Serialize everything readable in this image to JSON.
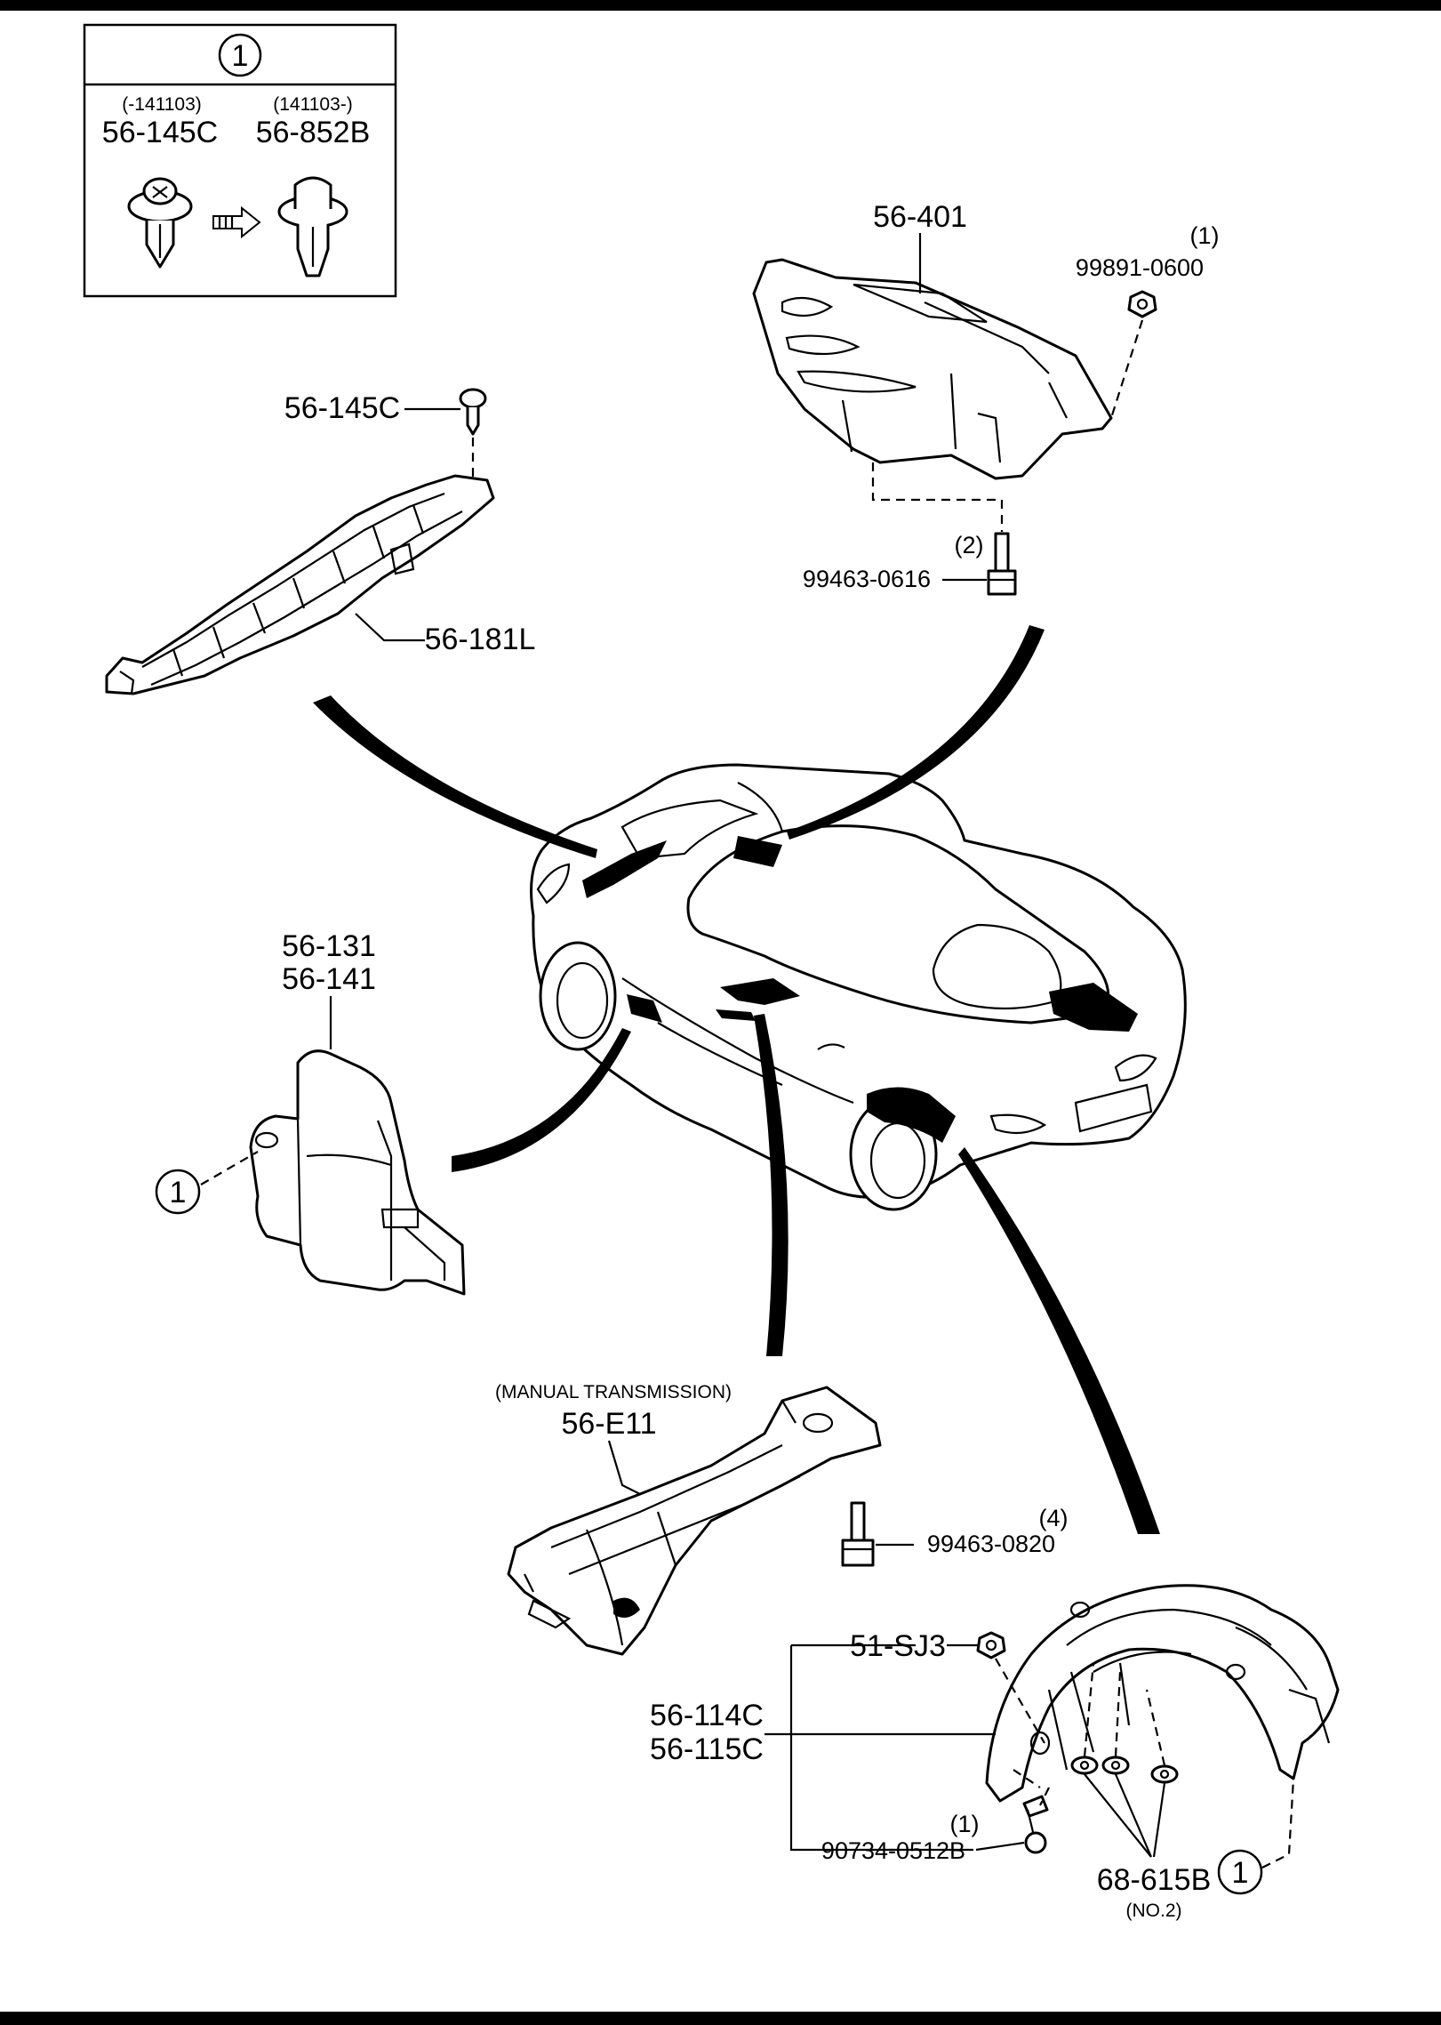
{
  "callout_box": {
    "circle_label": "1",
    "left_date": "(-141103)",
    "left_part": "56-145C",
    "right_date": "(141103-)",
    "right_part": "56-852B"
  },
  "parts": {
    "rear_cover": "56-401",
    "rear_clip_qty": "(1)",
    "rear_clip": "99891-0600",
    "rear_bolt_qty": "(2)",
    "rear_bolt": "99463-0616",
    "front_clip": "56-145C",
    "front_cover": "56-181L",
    "side_cover_a": "56-131",
    "side_cover_b": "56-141",
    "side_callout": "1",
    "mt_note": "(MANUAL TRANSMISSION)",
    "tunnel_cover": "56-E11",
    "tunnel_bolt_qty": "(4)",
    "tunnel_bolt": "99463-0820",
    "liner_clip": "51-SJ3",
    "liner_a": "56-114C",
    "liner_b": "56-115C",
    "liner_screw_qty": "(1)",
    "liner_screw": "90734-0512B",
    "liner_callout": "1",
    "liner_nut": "68-615B",
    "liner_nut_note": "(NO.2)"
  }
}
